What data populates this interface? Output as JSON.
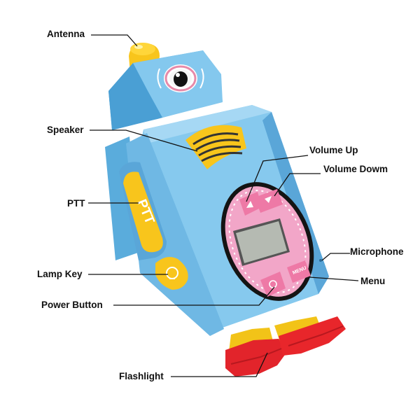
{
  "labels": {
    "antenna": "Antenna",
    "speaker": "Speaker",
    "ptt": "PTT",
    "lamp_key": "Lamp Key",
    "power_button": "Power Button",
    "flashlight": "Flashlight",
    "volume_up": "Volume  Up",
    "volume_down": "Volume Dowm",
    "microphone": "Microphone",
    "menu": "Menu"
  },
  "device": {
    "ptt_button_text": "PTT",
    "menu_button_text": "MENU"
  },
  "colors": {
    "body_blue": "#7ec3ea",
    "body_blue_dark": "#4fa4d6",
    "yellow": "#f7c21c",
    "pink": "#ef86ae",
    "screen_pink": "#f4a7c9",
    "red": "#e6242a",
    "screen": "#b4b9b2"
  }
}
